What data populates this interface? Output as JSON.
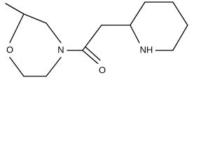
{
  "atoms": {
    "morpholine_oxygen": "O",
    "morpholine_nitrogen": "N",
    "carbonyl_oxygen": "O",
    "piperidine_nitrogen": "NH"
  }
}
